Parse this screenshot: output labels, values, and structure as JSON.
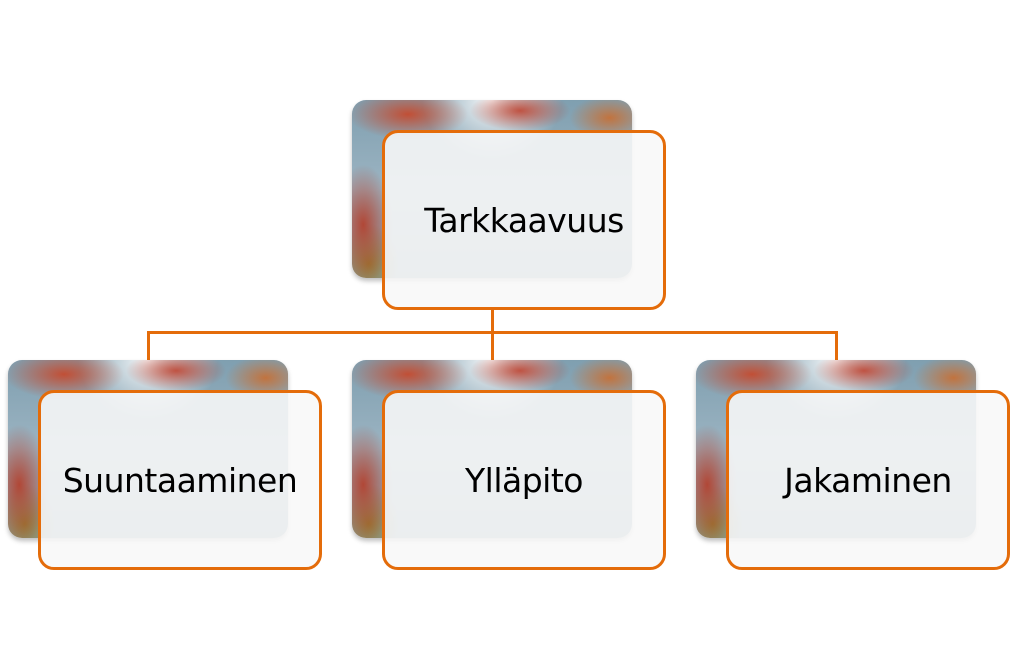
{
  "diagram": {
    "root": {
      "label": "Tarkkaavuus"
    },
    "children": [
      {
        "label": "Suuntaaminen"
      },
      {
        "label": "Ylläpito"
      },
      {
        "label": "Jakaminen"
      }
    ],
    "accent_color": "#E46C0A"
  }
}
